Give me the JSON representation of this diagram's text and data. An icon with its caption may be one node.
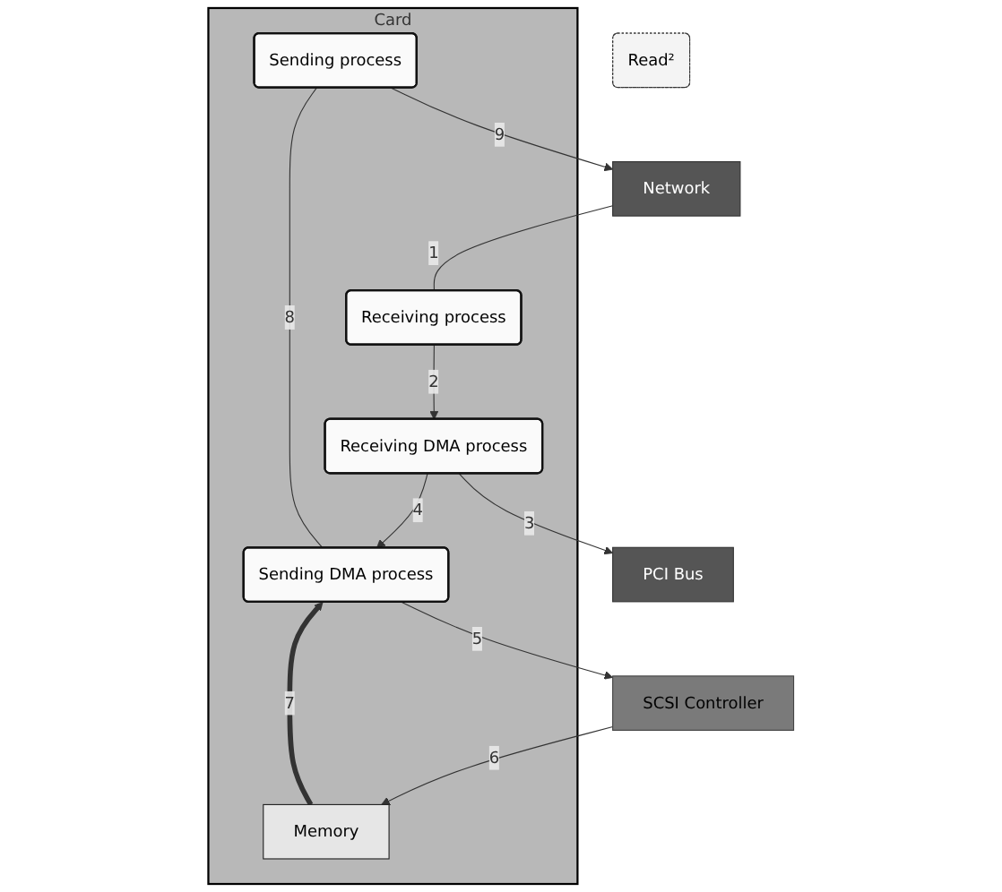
{
  "diagram": {
    "nodes": [
      {
        "text": [
          "Network"
        ]
      },
      {
        "text": [
          "Card"
        ]
      },
      {
        "text": [
          "Memory"
        ],
        "in": 1
      },
      {
        "text": [
          "Sending process"
        ],
        "in": 1
      },
      {
        "text": [
          "Receiving process"
        ],
        "in": 1
      },
      {
        "text": [
          "Sending DMA process"
        ],
        "in": 1
      },
      {
        "text": [
          "Receiving DMA process"
        ],
        "in": 1
      },
      {
        "text": [
          "PCI Bus"
        ]
      },
      {
        "text": [
          "SCSI Controller"
        ]
      },
      {
        "text": [
          "Read²"
        ]
      }
    ],
    "edges": [
      {
        "from": 0,
        "to": 4,
        "arrow": "none",
        "label": "1"
      },
      {
        "from": 4,
        "to": 6,
        "arrow": "to",
        "label": "2"
      },
      {
        "from": 6,
        "to": 7,
        "arrow": "to",
        "label": "3"
      },
      {
        "from": 6,
        "to": 5,
        "arrow": "to",
        "label": "4"
      },
      {
        "from": 5,
        "to": 8,
        "arrow": "to",
        "label": "5"
      },
      {
        "from": 8,
        "to": 2,
        "arrow": "to",
        "label": "6"
      },
      {
        "from": 2,
        "to": 5,
        "arrow": "to",
        "label": "7",
        "style": "thick"
      },
      {
        "from": 3,
        "to": 5,
        "arrow": "none",
        "label": "8"
      },
      {
        "from": 3,
        "to": 0,
        "arrow": "to",
        "label": "9"
      }
    ]
  }
}
